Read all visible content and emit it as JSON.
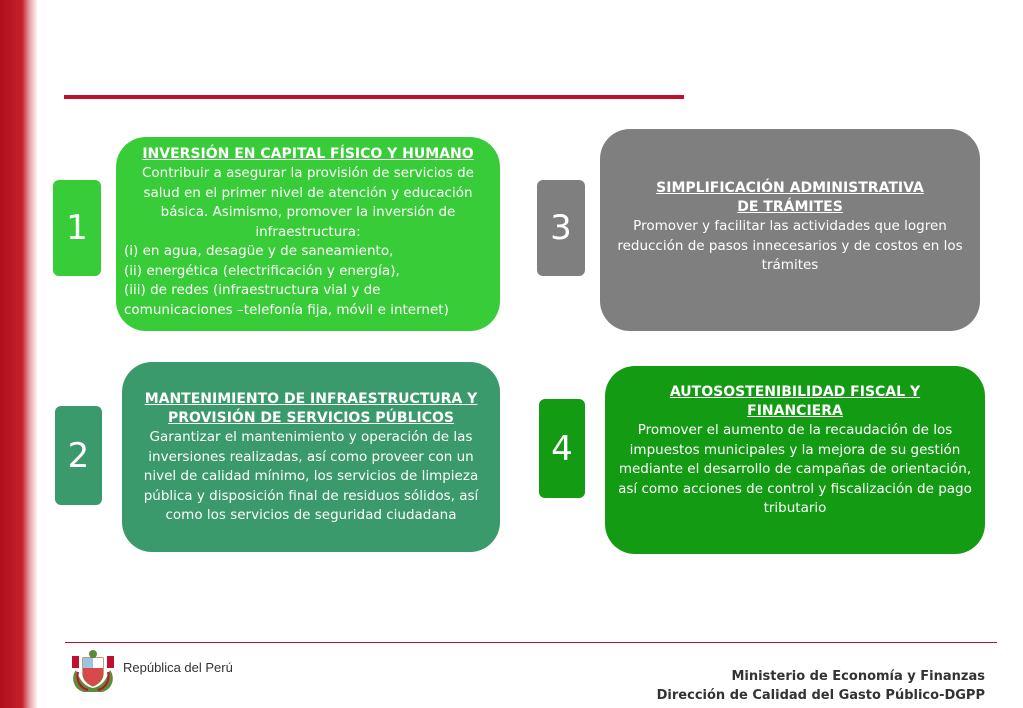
{
  "boxes": {
    "b1": {
      "number": "1",
      "title": "INVERSIÓN EN CAPITAL FÍSICO Y HUMANO",
      "desc": "Contribuir a asegurar la provisión de servicios de salud en el primer nivel de atención y educación básica. Asimismo, promover la inversión de infraestructura:",
      "items": [
        "(i) en agua, desagüe y de saneamiento,",
        "(ii) energética (electrificación y energía),",
        "(iii) de redes (infraestructura vial y de comunicaciones –telefonía fija, móvil e internet)"
      ],
      "color": "#39cc39"
    },
    "b2": {
      "number": "2",
      "title": "MANTENIMIENTO DE INFRAESTRUCTURA Y PROVISIÓN DE SERVICIOS PÚBLICOS",
      "desc": "Garantizar el mantenimiento y operación de las inversiones realizadas, así como proveer con un nivel de calidad mínimo, los servicios de limpieza pública y disposición final de residuos sólidos, así como los servicios de seguridad ciudadana",
      "color": "#3a9a6b"
    },
    "b3": {
      "number": "3",
      "title": "SIMPLIFICACIÓN ADMINISTRATIVA DE TRÁMITES",
      "desc": "Promover y facilitar las actividades que logren reducción de pasos innecesarios y de costos en los trámites",
      "color": "#7f7f7f"
    },
    "b4": {
      "number": "4",
      "title": "AUTOSOSTENIBILIDAD FISCAL Y FINANCIERA",
      "desc": "Promover el aumento de la recaudación de los impuestos municipales y la mejora de su gestión mediante el desarrollo de campañas de orientación, así como acciones de control y fiscalización de pago tributario",
      "color": "#149b14"
    }
  },
  "footer": {
    "country": "República del Perú",
    "ministry": "Ministerio de Economía y Finanzas",
    "direction": "Dirección de Calidad del Gasto Público-DGPP",
    "seal_icon": "peru-coat-of-arms-icon"
  },
  "colors": {
    "accent_red": "#c0102e"
  }
}
